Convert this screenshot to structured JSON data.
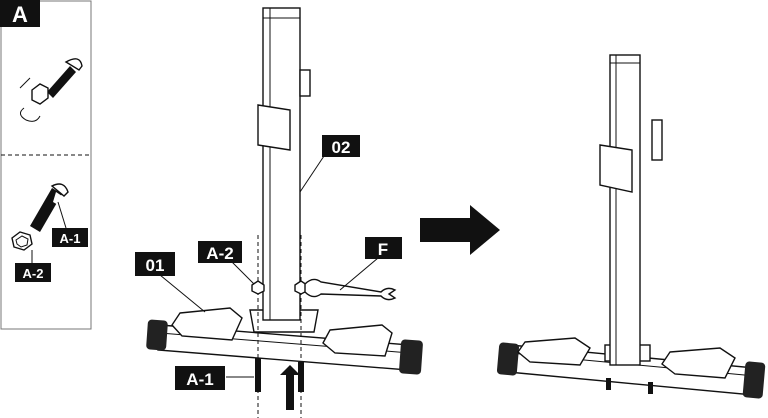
{
  "panel_label": "A",
  "hardware": {
    "bolt_label": "A-1",
    "nut_label": "A-2"
  },
  "step": {
    "base_label": "01",
    "post_label": "02",
    "nut_label": "A-2",
    "wrench_label": "F",
    "bolt_label": "A-1"
  },
  "colors": {
    "ink": "#111111",
    "label_bg": "#111111",
    "label_text": "#ffffff"
  }
}
